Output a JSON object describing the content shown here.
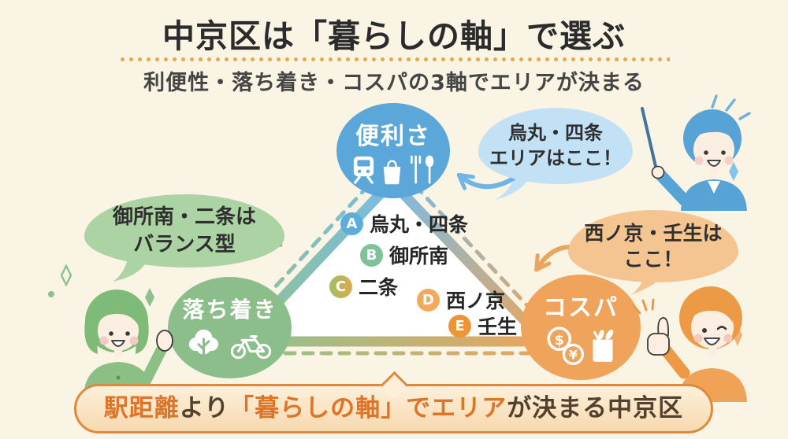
{
  "page": {
    "background_color": "#F9F4E4"
  },
  "header": {
    "title": "中京区は「暮らしの軸」で選ぶ",
    "subtitle": "利便性・落ち着き・コスパの3軸でエリアが決まる",
    "divider_color": "#E8A64D"
  },
  "triangle": {
    "vertices": {
      "convenience": {
        "label": "便利さ",
        "color": "#5BA7D9",
        "icons": [
          "train-icon",
          "shopping-bag-icon",
          "cutlery-icon"
        ]
      },
      "calm": {
        "label": "落ち着き",
        "color": "#8CBE8C",
        "icons": [
          "tree-icon",
          "bicycle-icon"
        ]
      },
      "value": {
        "label": "コスパ",
        "color": "#EFA35B",
        "icons": [
          "dollar-coin-icon",
          "yen-coin-icon",
          "grocery-bag-icon"
        ]
      }
    },
    "coin_symbols": {
      "dollar": "$",
      "yen": "¥"
    },
    "areas": [
      {
        "letter": "A",
        "name": "烏丸・四条",
        "badge_color": "#5CACDC"
      },
      {
        "letter": "B",
        "name": "御所南",
        "badge_color": "#7EC29A"
      },
      {
        "letter": "C",
        "name": "二条",
        "badge_color": "#B9BC58"
      },
      {
        "letter": "D",
        "name": "西ノ京",
        "badge_color": "#F2A95E"
      },
      {
        "letter": "E",
        "name": "壬生",
        "badge_color": "#EE9434"
      }
    ],
    "edge_colors": {
      "top": "#79BCE4",
      "left_bottom": "#8FC28F",
      "right_bottom": "#EAA55F"
    }
  },
  "callouts": {
    "karasuma": {
      "line1": "烏丸・四条",
      "line2": "エリアはここ！",
      "bubble_color": "#C3E1F4"
    },
    "goshominami": {
      "line1": "御所南・二条は",
      "line2": "バランス型",
      "bubble_color": "#ABD3A3"
    },
    "nishinokyo": {
      "line1": "西ノ京・壬生は",
      "line2": "ここ！",
      "bubble_color": "#F4C591"
    }
  },
  "illustrations": [
    "teacher-with-pointer",
    "woman-waving",
    "boy-thumbs-up"
  ],
  "footer": {
    "segments": [
      {
        "text": "駅距離",
        "color": "#DC752A"
      },
      {
        "text": "より",
        "color": "#54402E"
      },
      {
        "text": "「暮らしの軸」でエリア",
        "color": "#DC752A"
      },
      {
        "text": "が決まる中京区",
        "color": "#54402E"
      }
    ],
    "border_color": "#DE8A3E"
  }
}
